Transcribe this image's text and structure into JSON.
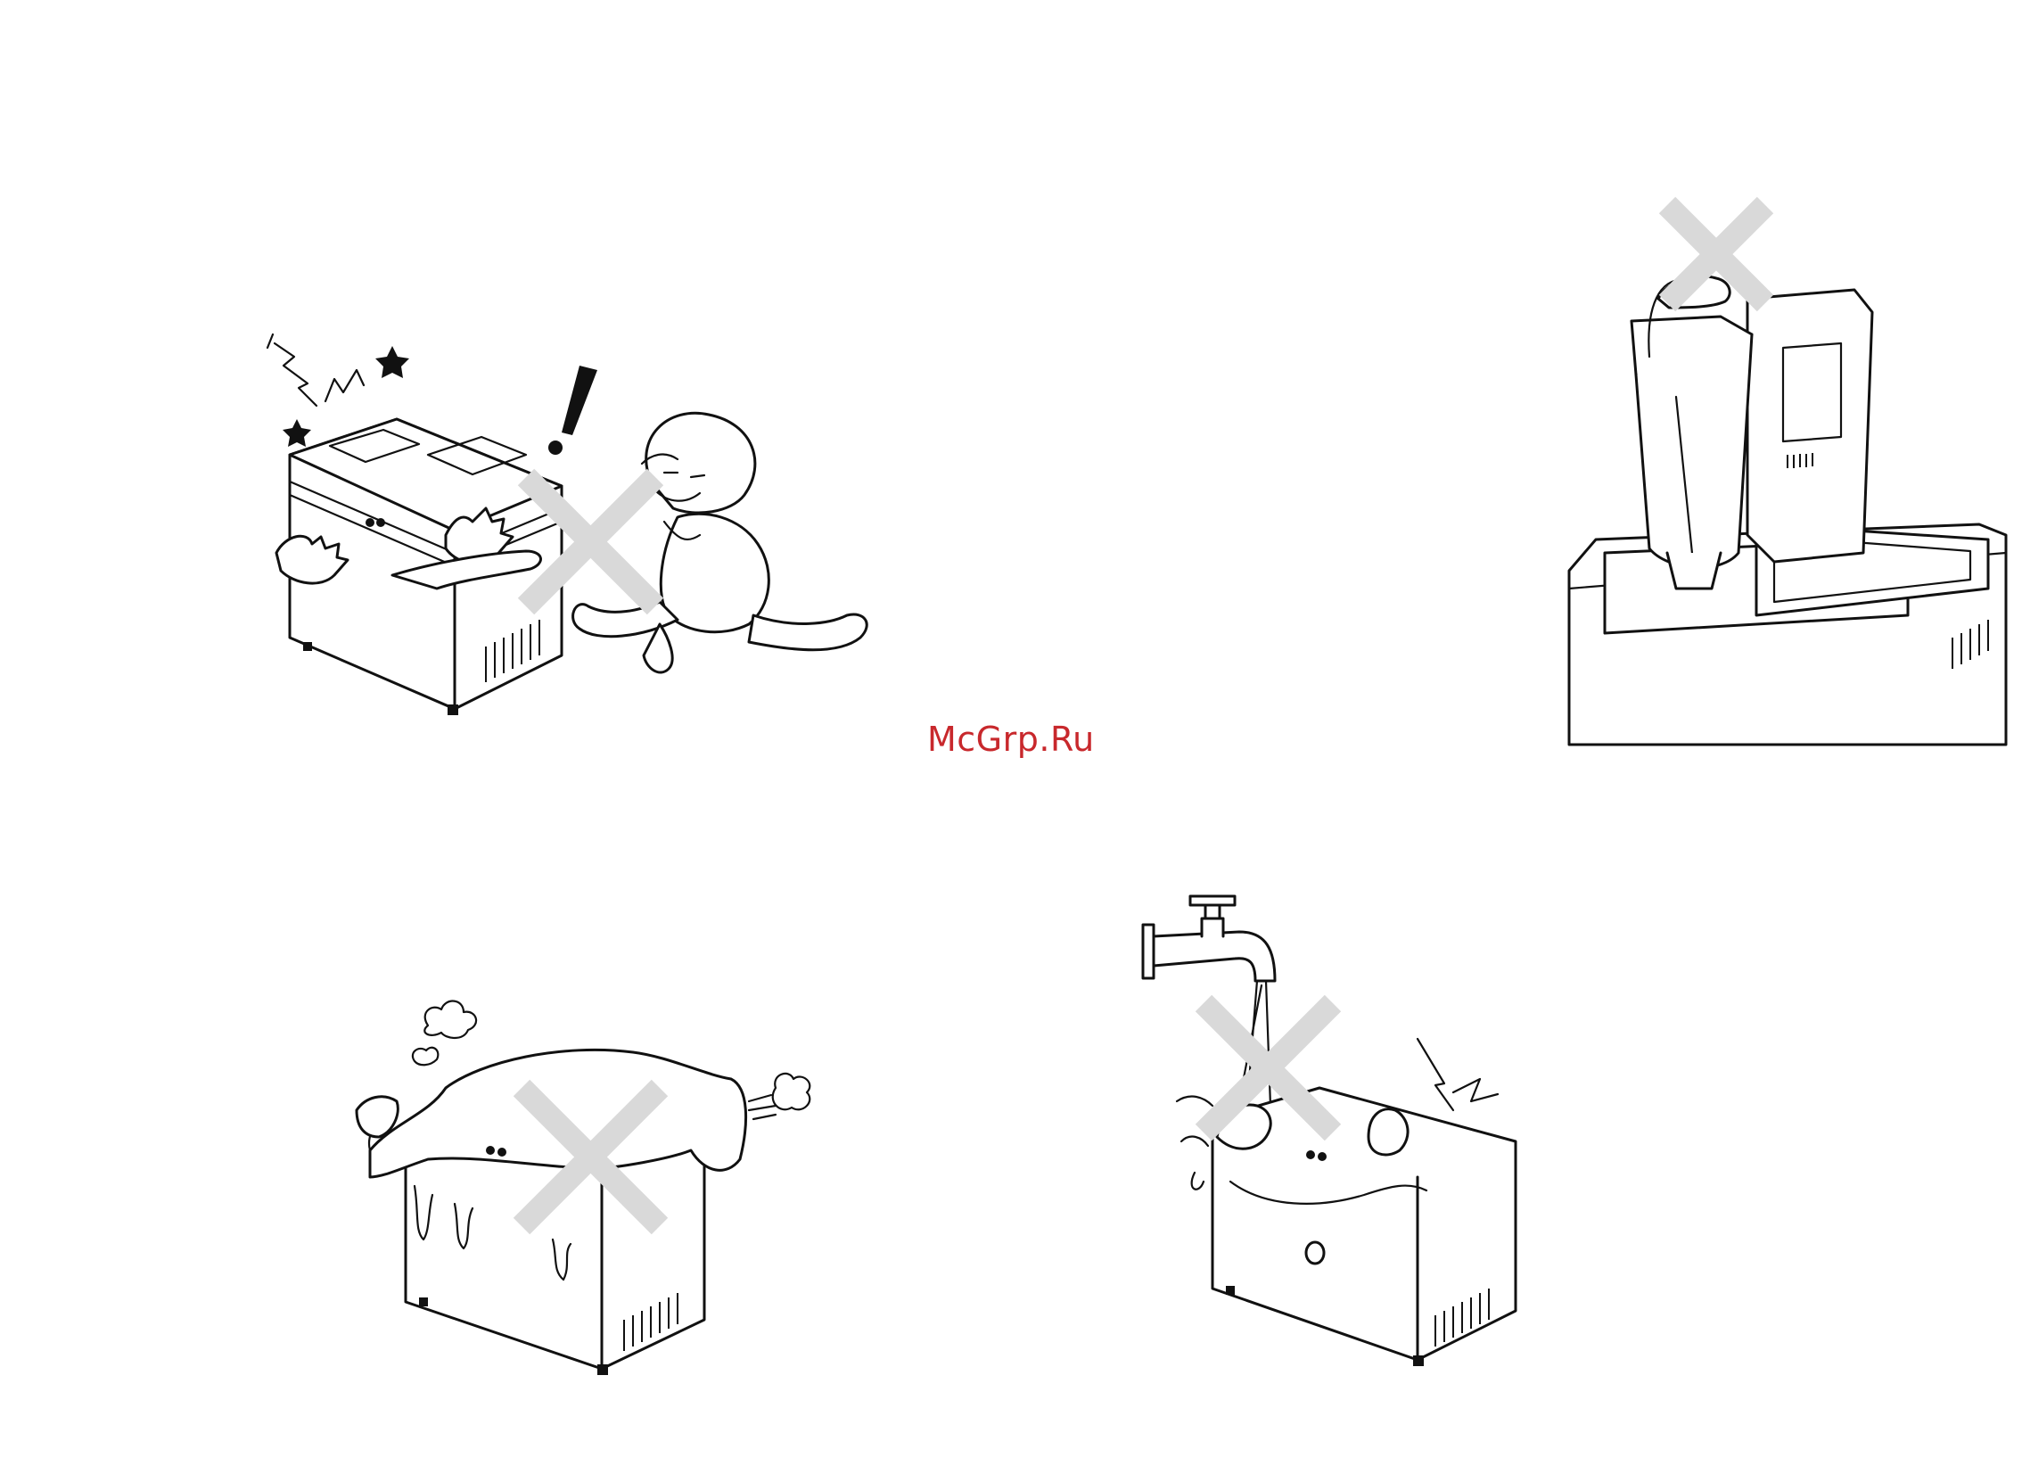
{
  "watermark": {
    "text": "McGrp.Ru",
    "color": "#c8282c"
  },
  "illustrations": [
    {
      "id": "child",
      "icon": "child-near-breadmaker-icon",
      "prohibited": true
    },
    {
      "id": "bread-pan-removal",
      "icon": "bread-pan-removal-icon",
      "prohibited": true
    },
    {
      "id": "covered",
      "icon": "covered-breadmaker-icon",
      "prohibited": true
    },
    {
      "id": "water",
      "icon": "water-on-breadmaker-icon",
      "prohibited": true
    }
  ],
  "colors": {
    "ink": "#111111",
    "prohibition_mark": "#d9d9d9",
    "background": "#ffffff"
  }
}
